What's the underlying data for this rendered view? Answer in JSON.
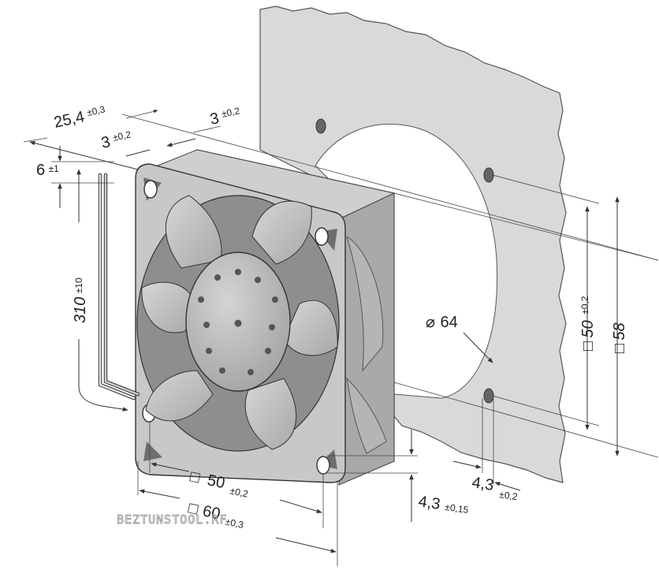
{
  "dimensions": {
    "depth": {
      "value": "25,4",
      "tol": "±0,3"
    },
    "flange_front": {
      "value": "3",
      "tol": "±0,2"
    },
    "flange_rear": {
      "value": "3",
      "tol": "±0,2"
    },
    "wire_offset": {
      "value": "6",
      "tol": "±1"
    },
    "wire_length": {
      "value": "310",
      "tol": "±10"
    },
    "hole_spacing_bottom": {
      "prefix": "□",
      "value": "50",
      "tol": "±0,2"
    },
    "frame_size_bottom": {
      "prefix": "□",
      "value": "60",
      "tol": "±0,3"
    },
    "hole_dia_front": {
      "value": "4,3",
      "tol": "±0,15"
    },
    "hole_dia_panel": {
      "value": "4,3",
      "tol": "±0,2"
    },
    "cutout_dia": {
      "prefix": "⌀",
      "value": "64"
    },
    "hole_spacing_right": {
      "prefix": "□",
      "value": "50",
      "tol": "±0,2"
    },
    "frame_size_right": {
      "prefix": "□",
      "value": "58"
    }
  },
  "watermark": "BEZTUNSTOOL.RF",
  "colors": {
    "panel": "#d9d9d9",
    "fan_frame": "#c8c8c8",
    "fan_dark": "#8e8e8e",
    "hub": "#b4b4b4"
  }
}
